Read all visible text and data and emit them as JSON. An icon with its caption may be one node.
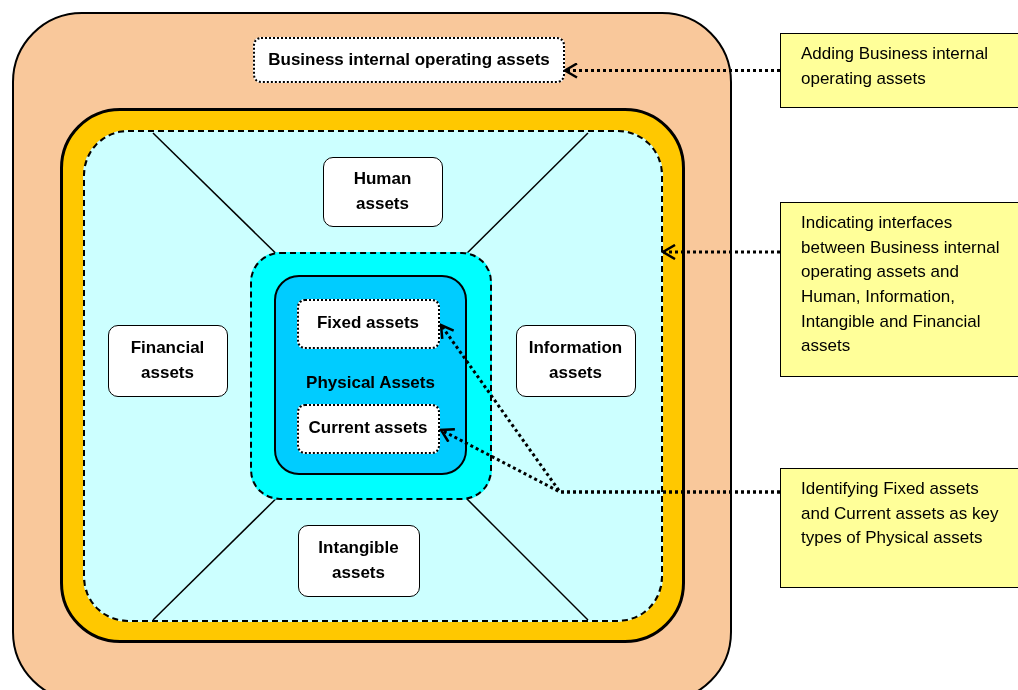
{
  "diagram": {
    "nodes": [
      {
        "text": [],
        "shape": "box"
      },
      {
        "text": [
          "Business internal operating assets"
        ],
        "in": 0
      },
      {
        "text": [],
        "shape": "box",
        "in": 0
      },
      {
        "text": [],
        "shape": "box",
        "in": 2
      },
      {
        "text": [
          "Human assets"
        ],
        "in": 3
      },
      {
        "text": [
          "Financial assets"
        ],
        "in": 3
      },
      {
        "text": [],
        "shape": "box",
        "in": 3
      },
      {
        "text": [
          "Physical Assets"
        ],
        "in": 6
      },
      {
        "text": [
          "Fixed assets"
        ],
        "in": 7
      },
      {
        "text": [
          "Current assets"
        ],
        "in": 7
      },
      {
        "text": [
          "Information assets"
        ],
        "in": 3
      },
      {
        "text": [
          "Intangible assets"
        ],
        "in": 3
      },
      {
        "text": [
          "Adding Business internal operating assets"
        ]
      },
      {
        "text": [
          "Indicating interfaces between Business internal operating assets and Human, Information, Intangible and Financial assets"
        ]
      },
      {
        "text": [
          "Identifying Fixed assets and Current assets as key types of Physical assets"
        ]
      }
    ],
    "edges": [
      {
        "from": 12,
        "to": 1,
        "arrow": "to"
      },
      {
        "from": 13,
        "to": 3,
        "arrow": "to"
      },
      {
        "from": 14,
        "to": 8,
        "arrow": "to"
      },
      {
        "from": 14,
        "to": 9,
        "arrow": "to"
      }
    ]
  }
}
